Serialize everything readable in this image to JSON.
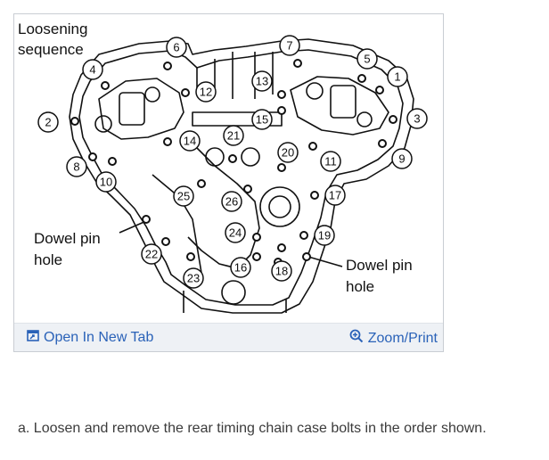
{
  "diagram": {
    "labels": {
      "loosening": "Loosening",
      "sequence": "sequence",
      "dowel_left_1": "Dowel pin",
      "dowel_left_2": "hole",
      "dowel_right_1": "Dowel pin",
      "dowel_right_2": "hole"
    },
    "bolt_numbers": [
      "1",
      "2",
      "3",
      "4",
      "5",
      "6",
      "7",
      "8",
      "9",
      "10",
      "11",
      "12",
      "13",
      "14",
      "15",
      "16",
      "17",
      "18",
      "19",
      "20",
      "21",
      "22",
      "23",
      "24",
      "25",
      "26"
    ]
  },
  "toolbar": {
    "open_tab_label": "Open In New Tab",
    "zoom_label": "Zoom/Print",
    "open_tab_icon": "open-new-tab-icon",
    "zoom_icon": "zoom-icon",
    "link_color": "#2a62b8"
  },
  "caption": "a. Loosen and remove the rear timing chain case bolts in the order shown."
}
